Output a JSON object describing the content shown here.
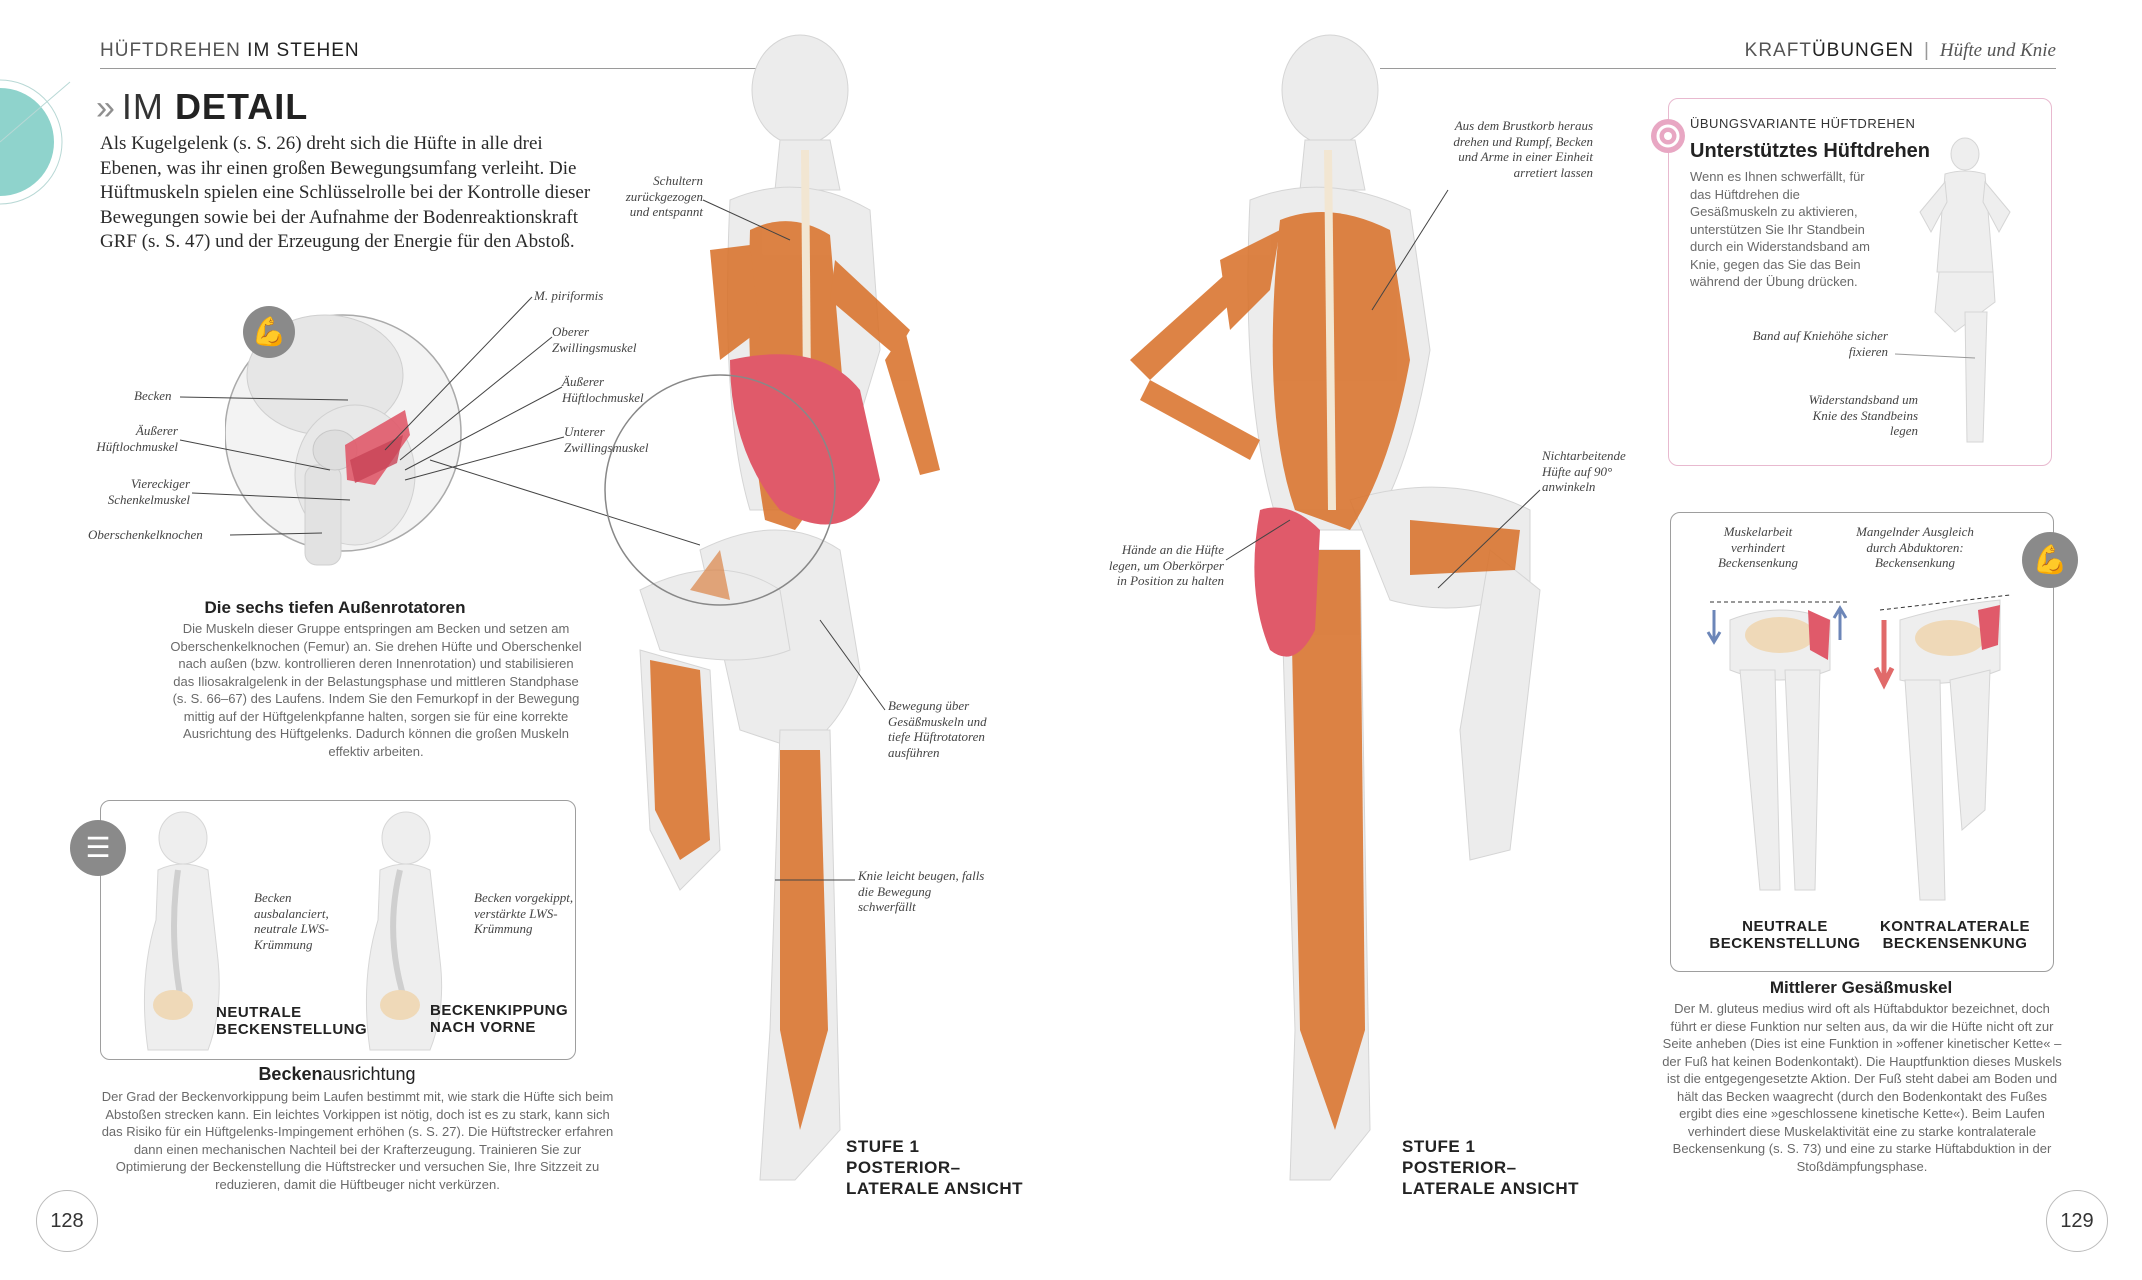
{
  "header": {
    "left_light": "HÜFTDREHEN",
    "left_bold": "IM STEHEN",
    "right_light": "KRAFT",
    "right_bold": "ÜBUNGEN",
    "right_sub": "Hüfte und Knie"
  },
  "section_title": {
    "light": "IM",
    "bold": "DETAIL"
  },
  "intro": "Als Kugelgelenk (s. S. 26) dreht sich die Hüfte in alle drei Ebenen, was ihr einen großen Bewegungsumfang verleiht. Die Hüftmuskeln spielen eine Schlüsselrolle bei der Kontrolle dieser Bewegungen sowie bei der Aufnahme der Bodenreaktionskraft GRF (s. S. 47) und der Erzeugung der Energie für den Abstoß.",
  "hip_detail": {
    "labels": {
      "becken": "Becken",
      "aeusserer_huefte": "Äußerer Hüftlochmuskel",
      "viereckiger": "Viereckiger Schenkelmuskel",
      "oberschenkel": "Oberschenkelknochen",
      "piriformis": "M. piriformis",
      "oberer": "Oberer Zwillingsmuskel",
      "aeusserer_r": "Äußerer Hüftlochmuskel",
      "unterer": "Unterer Zwillingsmuskel"
    },
    "heading": "Die sechs tiefen Außenrotatoren",
    "text": "Die Muskeln dieser Gruppe entspringen am Becken und setzen am Oberschenkelknochen (Femur) an. Sie drehen Hüfte und Oberschenkel nach außen (bzw. kontrollieren deren Innenrotation) und stabilisieren das Iliosakralgelenk in der Belastungsphase und mittleren Standphase (s. S. 66–67) des Laufens. Indem Sie den Femurkopf in der Bewegung mittig auf der Hüftgelenkpfanne halten, sorgen sie für eine korrekte Ausrichtung des Hüftgelenks. Dadurch können die großen Muskeln effektiv arbeiten."
  },
  "pelvis_box": {
    "note_left": "Becken ausbalanciert, neutrale LWS-Krümmung",
    "caption_left": "NEUTRALE BECKENSTELLUNG",
    "note_right": "Becken vorgekippt, verstärkte LWS-Krümmung",
    "caption_right": "BECKENKIPPUNG NACH VORNE",
    "heading_bold": "Becken",
    "heading_light": "ausrichtung",
    "text": "Der Grad der Beckenvorkippung beim Laufen bestimmt mit, wie stark die Hüfte sich beim Abstoßen strecken kann. Ein leichtes Vorkippen ist nötig, doch ist es zu stark, kann sich das Risiko für ein Hüftgelenks-Impingement erhöhen (s. S. 27). Die Hüftstrecker erfahren dann einen mechanischen Nachteil bei der Krafterzeugung. Trainieren Sie zur Optimierung der Beckenstellung die Hüftstrecker und versuchen Sie, Ihre Sitzzeit zu reduzieren, damit die Hüftbeuger nicht verkürzen."
  },
  "figure_left": {
    "schultern": "Schultern zurückgezogen und entspannt",
    "bewegung": "Bewegung über Gesäßmuskeln und tiefe Hüftrotatoren ausführen",
    "knie": "Knie leicht beugen, falls die Bewegung schwerfällt",
    "caption": "STUFE 1 POSTERIOR– LATERALE ANSICHT"
  },
  "figure_right": {
    "brustkorb": "Aus dem Brustkorb heraus drehen und Rumpf, Becken und Arme in einer Einheit arretiert lassen",
    "nichtarbeitende": "Nichtarbeitende Hüfte auf 90° anwinkeln",
    "haende": "Hände an die Hüfte legen, um Oberkörper in Position zu halten",
    "caption": "STUFE 1 POSTERIOR– LATERALE ANSICHT"
  },
  "variant_box": {
    "eyebrow": "ÜBUNGSVARIANTE HÜFTDREHEN",
    "heading": "Unterstütztes Hüftdrehen",
    "text": "Wenn es Ihnen schwerfällt, für das Hüftdrehen die Gesäßmuskeln zu aktivieren, unterstützen Sie Ihr Standbein durch ein Widerstandsband am Knie, gegen das Sie das Bein während der Übung drücken.",
    "band": "Band auf Kniehöhe sicher fixieren",
    "widerstand": "Widerstandsband um Knie des Standbeins legen"
  },
  "gluteus_box": {
    "note_left": "Muskelarbeit verhindert Beckensenkung",
    "note_right": "Mangelnder Ausgleich durch Abduktoren: Beckensenkung",
    "caption_left": "NEUTRALE BECKENSTELLUNG",
    "caption_right": "KONTRALATERALE BECKENSENKUNG",
    "heading": "Mittlerer Gesäßmuskel",
    "text": "Der M. gluteus medius wird oft als Hüftabduktor bezeichnet, doch führt er diese Funktion nur selten aus, da wir die Hüfte nicht oft zur Seite anheben (Dies ist eine Funktion in »offener kinetischer Kette« – der Fuß hat keinen Bodenkontakt). Die Hauptfunktion dieses Muskels ist die entgegengesetzte Aktion. Der Fuß steht dabei am Boden und hält das Becken waagrecht (durch den Bodenkontakt des Fußes ergibt dies eine »geschlossene kinetische Kette«). Beim Laufen verhindert diese Muskelaktivität eine zu starke kontralaterale Beckensenkung (s. S. 73) und eine zu starke Hüftabduktion in der Stoßdämpfungsphase."
  },
  "page_numbers": {
    "left": "128",
    "right": "129"
  },
  "icons": {
    "muscle": "flexed-arm-icon",
    "skeleton": "ribcage-icon",
    "variant": "target-circle-icon"
  },
  "colors": {
    "muscle": "#d9732c",
    "glute": "#e05a6a",
    "accent_teal": "#8fd3cc",
    "accent_pink": "#e8a7c3",
    "arrow_blue": "#6c86b8",
    "arrow_red": "#e16a6a"
  }
}
